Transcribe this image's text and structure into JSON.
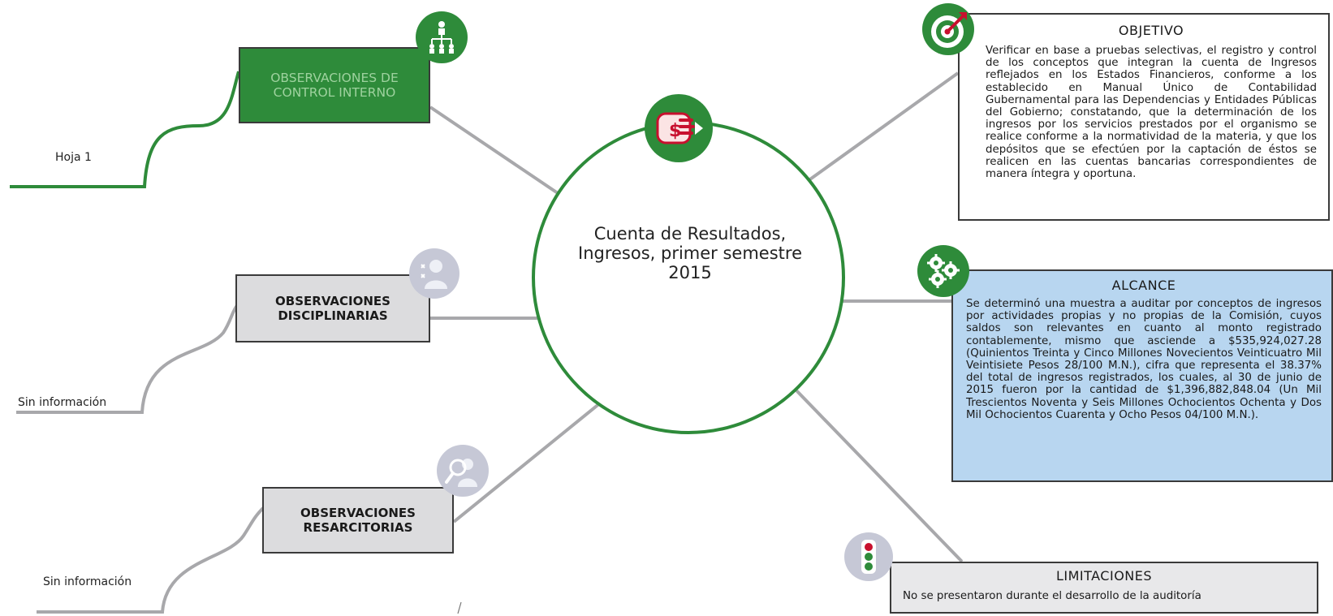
{
  "center": {
    "title": "Cuenta de Resultados, Ingresos, primer semestre 2015"
  },
  "nodes": {
    "control_interno": {
      "title": "OBSERVACIONES DE\nCONTROL INTERNO",
      "leaf": "Hoja 1"
    },
    "disciplinarias": {
      "title": "OBSERVACIONES\nDISCIPLINARIAS",
      "leaf": "Sin información"
    },
    "resarcitorias": {
      "title": "OBSERVACIONES\nRESARCITORIAS",
      "leaf": "Sin información"
    },
    "objetivo": {
      "title": "OBJETIVO",
      "text": "Verificar en base a pruebas selectivas, el registro y control de los conceptos que integran la cuenta de Ingresos reflejados en los Estados Financieros, conforme a los establecido en Manual Único de Contabilidad Gubernamental para las Dependencias y Entidades Públicas del Gobierno; constatando, que la determinación de los ingresos por los servicios prestados por el organismo se realice conforme a la normatividad de la materia, y que los depósitos que se efectúen por la captación de éstos se realicen en las cuentas bancarias correspondientes de manera íntegra y oportuna."
    },
    "alcance": {
      "title": "ALCANCE",
      "text": "Se determinó una muestra a auditar por conceptos de ingresos por actividades propias y no propias de la Comisión, cuyos saldos son relevantes en cuanto al monto registrado contablemente, mismo que asciende a $535,924,027.28 (Quinientos Treinta y Cinco Millones Novecientos Veinticuatro Mil Veintisiete Pesos 28/100 M.N.), cifra que representa el 38.37% del total de ingresos registrados, los cuales, al 30 de junio de 2015 fueron por la cantidad de $1,396,882,848.04 (Un Mil Trescientos Noventa y Seis Millones Ochocientos Ochenta y Dos Mil Ochocientos Cuarenta y Ocho Pesos 04/100 M.N.)."
    },
    "limitaciones": {
      "title": "LIMITACIONES",
      "text": "No se presentaron durante el desarrollo de la auditoría"
    }
  },
  "icons": {
    "center": "money-hand-icon",
    "control_interno": "org-chart-icon",
    "disciplinarias": "person-icon",
    "resarcitorias": "magnifier-person-icon",
    "objetivo": "target-icon",
    "alcance": "gears-icon",
    "limitaciones": "traffic-light-icon"
  },
  "colors": {
    "green": "#2e8b3a",
    "gray_line": "#a8a8ab",
    "alcance_fill": "#b8d6f0",
    "obs_fill": "#dcdcde",
    "red": "#c8102e"
  }
}
